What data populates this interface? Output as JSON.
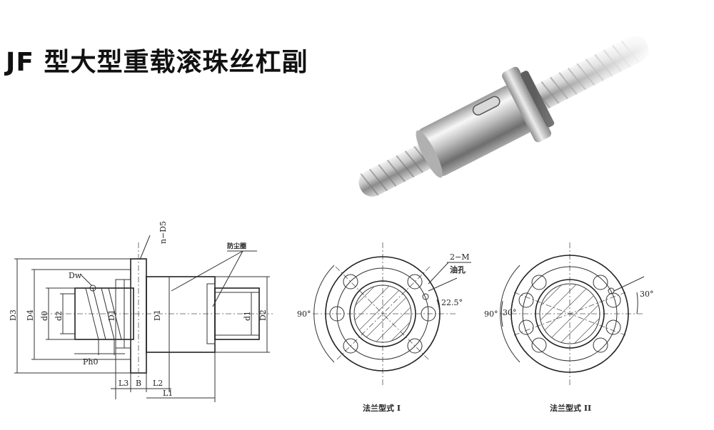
{
  "title": "JF 型大型重载滚珠丝杠副",
  "side_view": {
    "labels": {
      "n_d5": "n−D5",
      "dust_seal": "防尘圈",
      "dw": "Dw",
      "d3": "D3",
      "d4": "D4",
      "d0": "d0",
      "d2": "d2",
      "d1_inner": "D1",
      "d1_body": "D1",
      "d1_screw": "d1",
      "d2_right": "D2",
      "ph0": "Ph0",
      "l3": "L3",
      "b": "B",
      "l2": "L2",
      "l1": "L1"
    }
  },
  "flange1": {
    "caption": "法兰型式 I",
    "labels": {
      "m2": "2−M",
      "oil": "油孔",
      "angle_225": "22.5°",
      "angle_90": "90°"
    }
  },
  "flange2": {
    "caption": "法兰型式 II",
    "labels": {
      "angle_90": "90°",
      "angle_30_left": "30°",
      "angle_30_right": "30°"
    }
  }
}
